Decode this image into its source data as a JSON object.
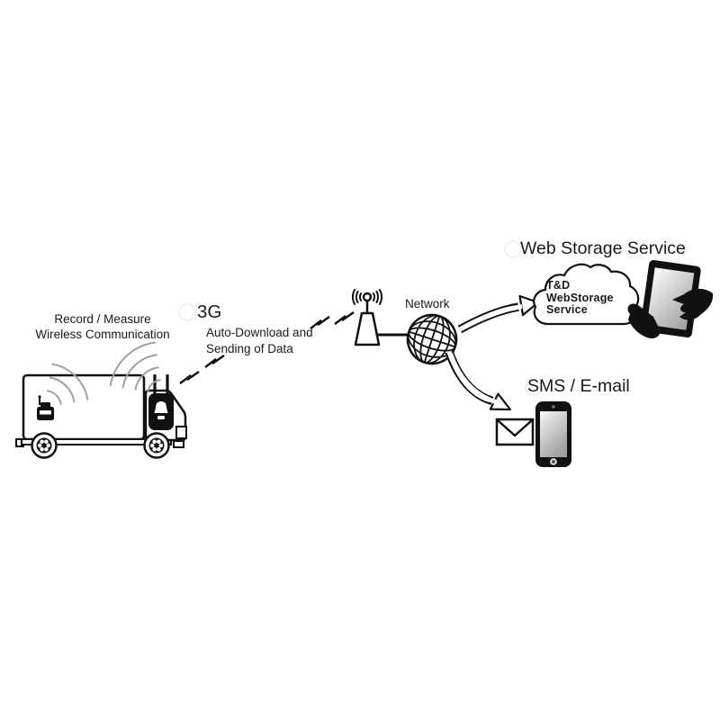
{
  "diagram": {
    "truck_label": {
      "line1": "Record / Measure",
      "line2": "Wireless Communication"
    },
    "link_label": {
      "title": "3G",
      "line1": "Auto-Download and",
      "line2": "Sending of Data"
    },
    "network_label": "Network",
    "web_storage": {
      "heading": "Web Storage Service",
      "cloud_line1": "T&D",
      "cloud_line2": "WebStorage",
      "cloud_line3": "Service"
    },
    "sms_label": "SMS / E-mail",
    "icons": [
      "truck-icon",
      "data-logger-icon",
      "wireless-router-icon",
      "wireless-waves-icon",
      "signal-bolt-icon",
      "antenna-tower-icon",
      "globe-icon",
      "outline-arrow-icon",
      "cloud-icon",
      "tablet-icon",
      "holding-hand-icon",
      "pointing-hand-icon",
      "email-envelope-icon",
      "smartphone-icon"
    ],
    "colors": {
      "line": "#1a1a1a",
      "wave_gray": "#a0a0a0",
      "screen_light": "#fafafa",
      "screen_dark": "#9e9e9e",
      "background": "#ffffff"
    }
  }
}
